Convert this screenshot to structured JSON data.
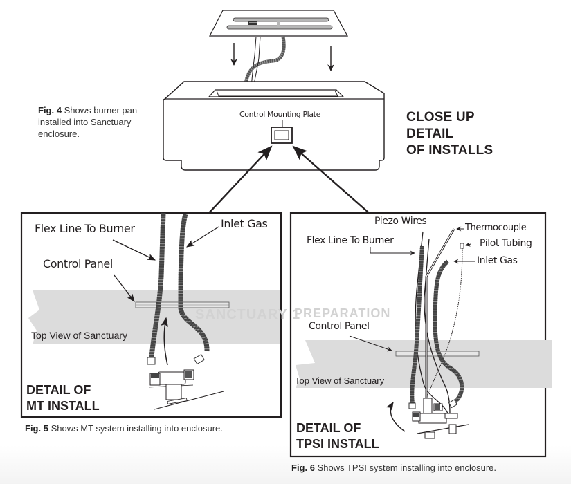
{
  "figure4": {
    "caption_fig": "Fig. 4",
    "caption_text_line1": "Shows burner pan",
    "caption_text_line2": "installed into Sanctuary",
    "caption_text_line3": "enclosure.",
    "control_plate_label": "Control Mounting Plate"
  },
  "headline": {
    "line1": "CLOSE UP",
    "line2": "DETAIL",
    "line3": "OF INSTALLS"
  },
  "figure5": {
    "labels": {
      "flex_line": "Flex Line To Burner",
      "inlet_gas": "Inlet Gas",
      "control_panel": "Control Panel",
      "top_view": "Top View of Sanctuary"
    },
    "watermark": "SANCTUARY 1",
    "title_line1": "DETAIL OF",
    "title_line2": "MT INSTALL",
    "caption_fig": "Fig. 5",
    "caption_text": "Shows MT system installing into enclosure."
  },
  "figure6": {
    "labels": {
      "piezo_wires": "Piezo Wires",
      "thermocouple": "Thermocouple",
      "flex_line": "Flex Line To Burner",
      "pilot_tubing": "Pilot Tubing",
      "inlet_gas": "Inlet Gas",
      "control_panel": "Control Panel",
      "top_view": "Top View of Sanctuary"
    },
    "watermark": "PREPARATION",
    "title_line1": "DETAIL OF",
    "title_line2": "TPSI INSTALL",
    "caption_fig": "Fig. 6",
    "caption_text": "Shows TPSI system installing into enclosure."
  }
}
